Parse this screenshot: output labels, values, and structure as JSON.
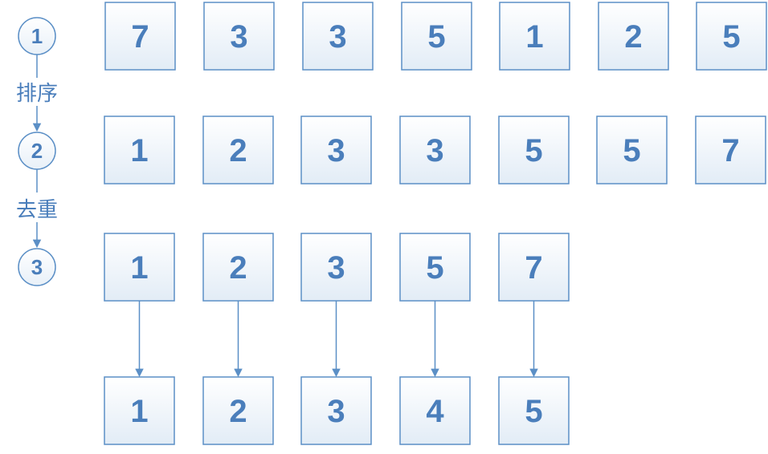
{
  "steps": [
    {
      "label": "1"
    },
    {
      "label": "2"
    },
    {
      "label": "3"
    }
  ],
  "transitions": [
    "排序",
    "去重"
  ],
  "rows": [
    {
      "values": [
        "7",
        "3",
        "3",
        "5",
        "1",
        "2",
        "5"
      ]
    },
    {
      "values": [
        "1",
        "2",
        "3",
        "3",
        "5",
        "5",
        "7"
      ]
    },
    {
      "values": [
        "1",
        "2",
        "3",
        "5",
        "7"
      ]
    },
    {
      "values": [
        "1",
        "2",
        "3",
        "4",
        "5"
      ]
    }
  ],
  "colors": {
    "accent": "#4a7ebb",
    "box_border": "#5b8fc6",
    "box_fill_top": "#ffffff",
    "box_fill_bottom": "#e2ecf6"
  }
}
